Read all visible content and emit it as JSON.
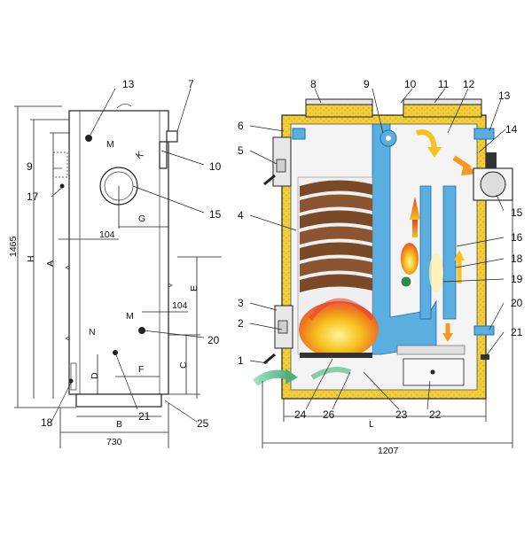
{
  "left_view": {
    "callouts": [
      "13",
      "7",
      "9",
      "17",
      "10",
      "15",
      "20",
      "21",
      "18",
      "25"
    ],
    "letters": {
      "M1": "M",
      "K": "K",
      "M2": "M",
      "N": "N",
      "G": "G",
      "F": "F",
      "D": "D",
      "C": "C",
      "E": "E",
      "A": "A",
      "H": "H",
      "B": "B"
    },
    "dims": {
      "total_height": "1465",
      "w104a": "104",
      "w104b": "104",
      "width": "730"
    }
  },
  "right_view": {
    "callouts": [
      "8",
      "9",
      "10",
      "11",
      "12",
      "13",
      "14",
      "6",
      "5",
      "4",
      "3",
      "2",
      "1",
      "15",
      "16",
      "18",
      "19",
      "20",
      "21",
      "24",
      "26",
      "23",
      "22"
    ],
    "letters": {
      "L": "L"
    },
    "dims": {
      "total_length": "1207"
    }
  },
  "colors": {
    "insulation": "#f2cf3a",
    "water_jacket": "#5aaee0",
    "wood": "#7a4a28",
    "flame_red": "#e8402a",
    "flame_orange": "#f59a1f",
    "air_green": "#6cc39a",
    "casing": "#f7f7f7"
  }
}
